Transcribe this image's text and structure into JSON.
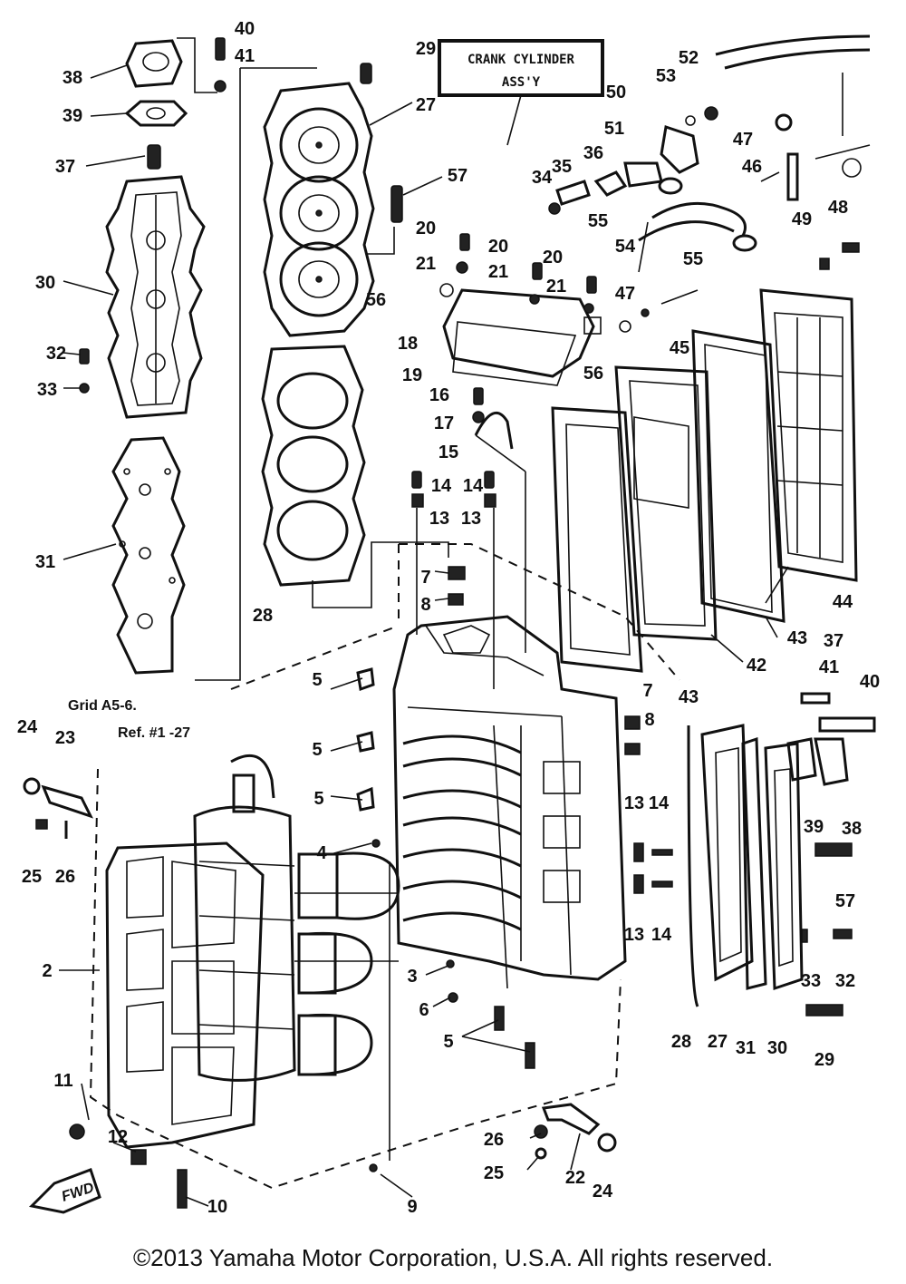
{
  "title_box": {
    "line1": "CRANK CYLINDER",
    "line2": "ASS'Y"
  },
  "grid_note": "Grid A5-6.",
  "ref_note": "Ref. #1 -27",
  "fwd_label": "FWD",
  "copyright": "©2013 Yamaha Motor Corporation, U.S.A. All rights reserved.",
  "callouts": [
    "40",
    "41",
    "38",
    "39",
    "37",
    "30",
    "32",
    "33",
    "31",
    "29",
    "27",
    "57",
    "20",
    "20",
    "21",
    "21",
    "56",
    "20",
    "21",
    "18",
    "19",
    "56",
    "16",
    "17",
    "15",
    "14",
    "14",
    "13",
    "13",
    "28",
    "52",
    "53",
    "50",
    "51",
    "36",
    "35",
    "34",
    "55",
    "54",
    "55",
    "47",
    "46",
    "49",
    "48",
    "47",
    "45",
    "44",
    "43",
    "42",
    "43",
    "7",
    "8",
    "5",
    "5",
    "5",
    "4",
    "3",
    "6",
    "5",
    "7",
    "8",
    "24",
    "23",
    "25",
    "26",
    "2",
    "11",
    "12",
    "10",
    "9",
    "37",
    "41",
    "40",
    "39",
    "38",
    "13",
    "14",
    "13",
    "14",
    "57",
    "33",
    "32",
    "28",
    "27",
    "31",
    "30",
    "29",
    "26",
    "25",
    "22",
    "24"
  ]
}
